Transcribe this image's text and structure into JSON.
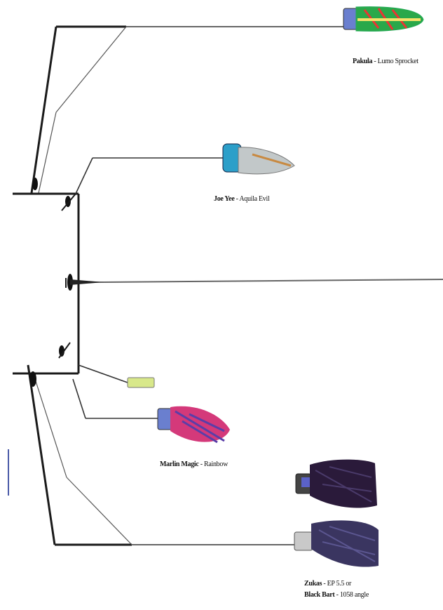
{
  "diagram": {
    "lures": [
      {
        "name": "Pakula",
        "sep": " - ",
        "model": "Lumo Sprocket"
      },
      {
        "name": "Joe Yee",
        "sep": " - ",
        "model": "Aquila Evil"
      },
      {
        "name": "Marlin Magic",
        "sep": " - ",
        "model": "Rainbow"
      },
      {
        "name": "Zukas",
        "sep": " - ",
        "model": "EP 5.5 or"
      },
      {
        "name": "Black Bart",
        "sep": " - ",
        "model": "1058 angle"
      }
    ],
    "colors": {
      "line": "#1a1a1a",
      "thin_line": "#555555",
      "pakula": "#2aa84a",
      "joe_yee": "#2c9fc9",
      "marlin_magic": "#d4397a",
      "zukas": "#2a1a3a",
      "black_bart": "#3a3560",
      "teaser": "#d8e88a"
    }
  }
}
